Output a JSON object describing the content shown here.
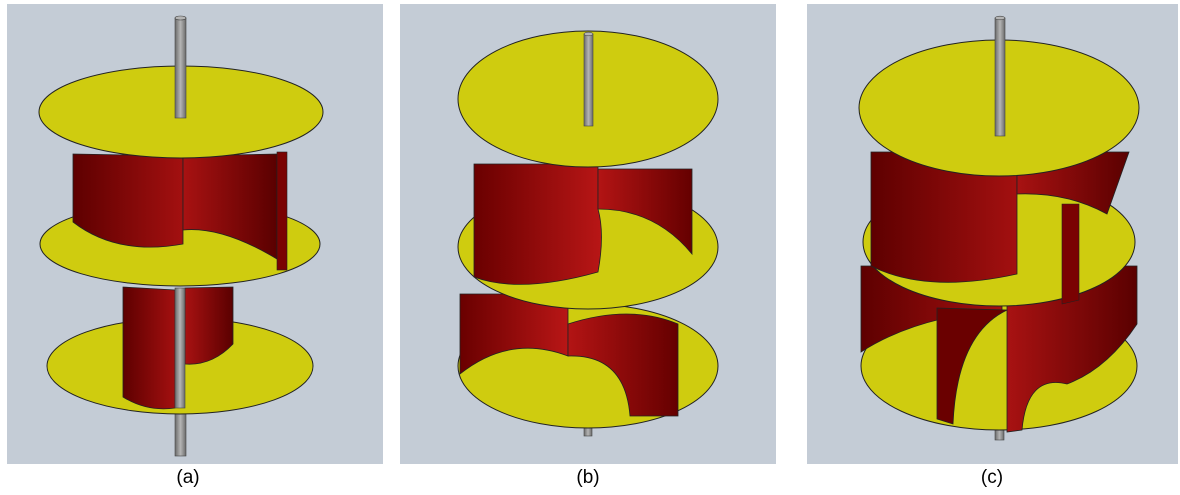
{
  "colors": {
    "background": "#c4ccd6",
    "disc_fill": "#cfcc0f",
    "blade_dark": "#6e0000",
    "blade_mid": "#960d0d",
    "blade_light": "#b01414",
    "shaft": "#8c8c8c",
    "outline": "#222222"
  },
  "panels": [
    {
      "id": "a",
      "caption": "(a)"
    },
    {
      "id": "b",
      "caption": "(b)"
    },
    {
      "id": "c",
      "caption": "(c)"
    }
  ]
}
